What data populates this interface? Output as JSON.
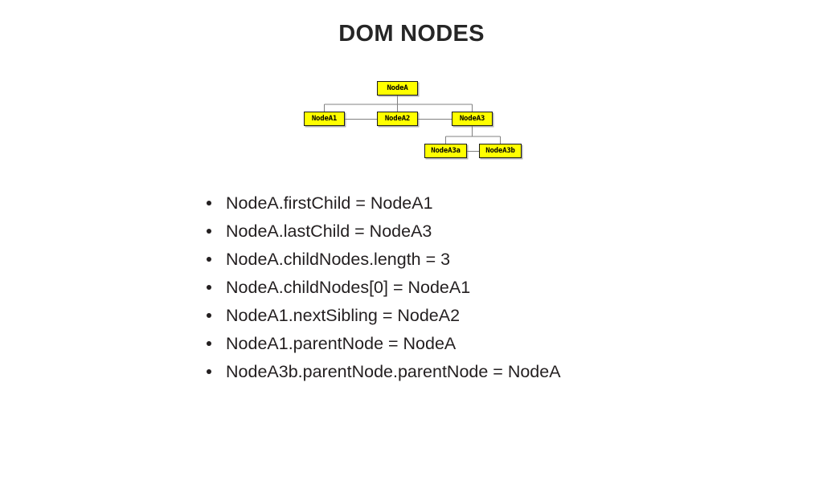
{
  "slide": {
    "title": "DOM NODES",
    "background_color": "#ffffff",
    "text_color": "#231f20"
  },
  "diagram": {
    "type": "tree",
    "node_fill_color": "#ffff00",
    "node_border_color": "#1a1a1a",
    "connector_color": "#808080",
    "nodes": [
      {
        "id": "NodeA",
        "label": "NodeA",
        "level": 0,
        "parent": null
      },
      {
        "id": "NodeA1",
        "label": "NodeA1",
        "level": 1,
        "parent": "NodeA"
      },
      {
        "id": "NodeA2",
        "label": "NodeA2",
        "level": 1,
        "parent": "NodeA"
      },
      {
        "id": "NodeA3",
        "label": "NodeA3",
        "level": 1,
        "parent": "NodeA"
      },
      {
        "id": "NodeA3a",
        "label": "NodeA3a",
        "level": 2,
        "parent": "NodeA3"
      },
      {
        "id": "NodeA3b",
        "label": "NodeA3b",
        "level": 2,
        "parent": "NodeA3"
      }
    ]
  },
  "properties": [
    "NodeA.firstChild = NodeA1",
    "NodeA.lastChild = NodeA3",
    "NodeA.childNodes.length = 3",
    "NodeA.childNodes[0] = NodeA1",
    "NodeA1.nextSibling = NodeA2",
    "NodeA1.parentNode = NodeA",
    "NodeA3b.parentNode.parentNode = NodeA"
  ]
}
